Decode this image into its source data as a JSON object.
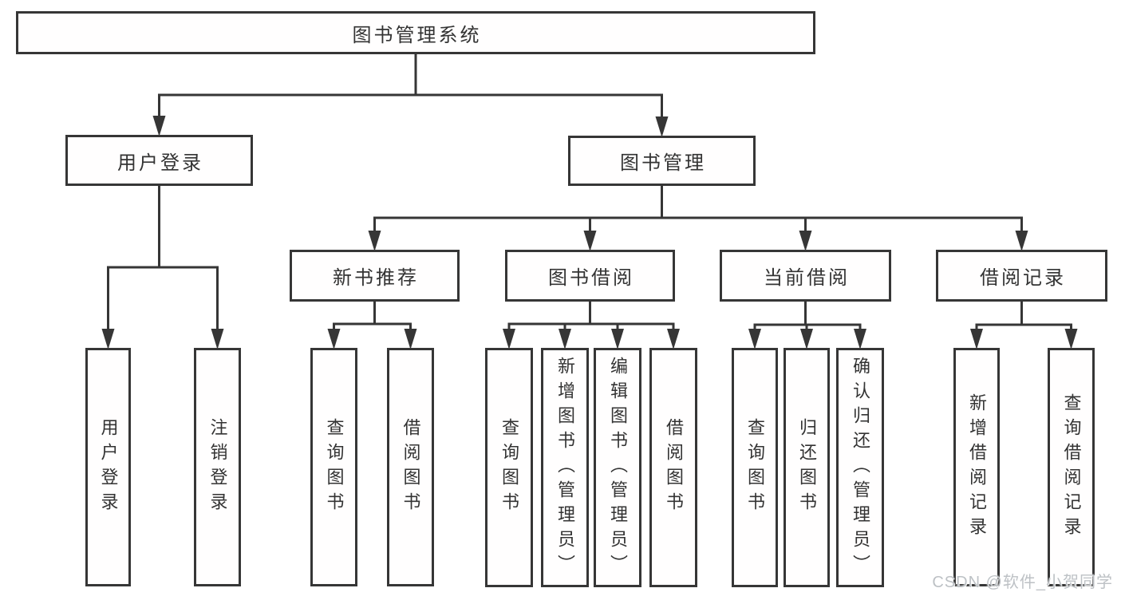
{
  "diagram": {
    "title": "图书管理系统",
    "watermark": "CSDN @软件_小贺同学",
    "colors": {
      "line": "#363636",
      "box_background": "#ffffff",
      "text": "#333333",
      "watermark": "#bdc1c5"
    },
    "nodes": [
      {
        "id": "root",
        "label": "图书管理系统",
        "children": [
          "user-login",
          "book-mgmt"
        ]
      },
      {
        "id": "user-login",
        "label": "用户登录",
        "children": [
          "leaf-user-login",
          "leaf-logout"
        ]
      },
      {
        "id": "book-mgmt",
        "label": "图书管理",
        "children": [
          "new-book-rec",
          "book-borrow",
          "current-borrow",
          "borrow-records"
        ]
      },
      {
        "id": "new-book-rec",
        "label": "新书推荐",
        "children": [
          "leaf-nbr-query",
          "leaf-nbr-borrow"
        ]
      },
      {
        "id": "book-borrow",
        "label": "图书借阅",
        "children": [
          "leaf-bb-query",
          "leaf-bb-add",
          "leaf-bb-edit",
          "leaf-bb-borrow"
        ]
      },
      {
        "id": "current-borrow",
        "label": "当前借阅",
        "children": [
          "leaf-cb-query",
          "leaf-cb-return",
          "leaf-cb-confirm"
        ]
      },
      {
        "id": "borrow-records",
        "label": "借阅记录",
        "children": [
          "leaf-br-add",
          "leaf-br-query"
        ]
      },
      {
        "id": "leaf-user-login",
        "label": "用户登录",
        "children": []
      },
      {
        "id": "leaf-logout",
        "label": "注销登录",
        "children": []
      },
      {
        "id": "leaf-nbr-query",
        "label": "查询图书",
        "children": []
      },
      {
        "id": "leaf-nbr-borrow",
        "label": "借阅图书",
        "children": []
      },
      {
        "id": "leaf-bb-query",
        "label": "查询图书",
        "children": []
      },
      {
        "id": "leaf-bb-add",
        "label": "新增图书（管理员）",
        "children": []
      },
      {
        "id": "leaf-bb-edit",
        "label": "编辑图书（管理员）",
        "children": []
      },
      {
        "id": "leaf-bb-borrow",
        "label": "借阅图书",
        "children": []
      },
      {
        "id": "leaf-cb-query",
        "label": "查询图书",
        "children": []
      },
      {
        "id": "leaf-cb-return",
        "label": "归还图书",
        "children": []
      },
      {
        "id": "leaf-cb-confirm",
        "label": "确认归还（管理员）",
        "children": []
      },
      {
        "id": "leaf-br-add",
        "label": "新增借阅记录",
        "children": []
      },
      {
        "id": "leaf-br-query",
        "label": "查询借阅记录",
        "children": []
      }
    ]
  }
}
